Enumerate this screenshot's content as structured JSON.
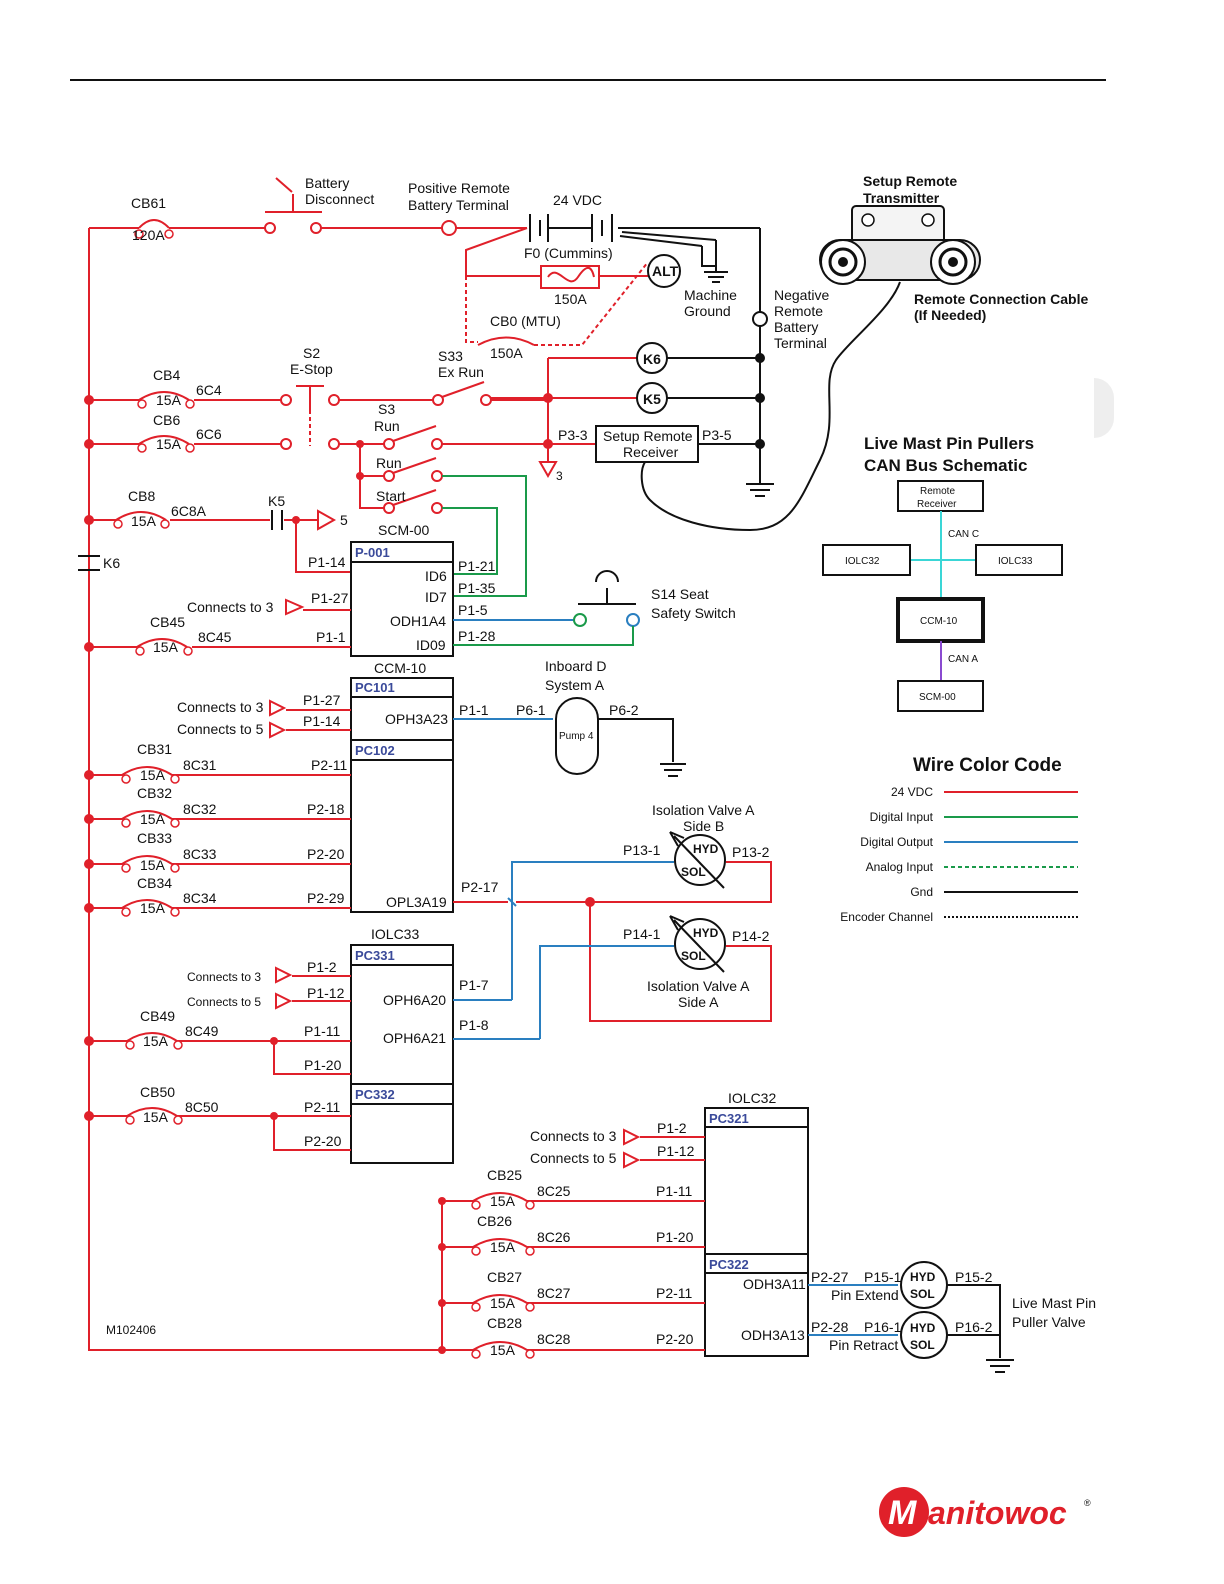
{
  "header": {
    "rule": true
  },
  "figure_id": "M102406",
  "battery": {
    "cb61": "CB61",
    "cb61_rating": "120A",
    "disconnect": [
      "Battery",
      "Disconnect"
    ],
    "pos_terminal": [
      "Positive Remote",
      "Battery Terminal"
    ],
    "voltage": "24 VDC",
    "fuse": "F0 (Cummins)",
    "fuse_rating": "150A",
    "alt": "ALT",
    "machine_ground": [
      "Machine",
      "Ground"
    ],
    "cb0": "CB0 (MTU)",
    "cb0_rating": "150A",
    "neg_terminal": [
      "Negative",
      "Remote",
      "Battery",
      "Terminal"
    ]
  },
  "remote": {
    "title": [
      "Setup Remote",
      "Transmitter"
    ],
    "cable": [
      "Remote Connection Cable",
      "(If Needed)"
    ],
    "receiver": [
      "Setup Remote",
      "Receiver"
    ],
    "p33": "P3-3",
    "p35": "P3-5",
    "ground3": "3"
  },
  "switches": {
    "cb4": "CB4",
    "c4": "6C4",
    "cb4_rating": "15A",
    "cb6": "CB6",
    "c6": "6C6",
    "cb6_rating": "15A",
    "s2": [
      "S2",
      "E-Stop"
    ],
    "s33": [
      "S33",
      "Ex Run"
    ],
    "s3": [
      "S3",
      "Run"
    ],
    "run": "Run",
    "start": "Start",
    "k6_relay": "K6",
    "k5_relay": "K5",
    "cb8": "CB8",
    "c8a": "6C8A",
    "cb8_rating": "15A",
    "k5": "K5",
    "node5": "5",
    "k6_side": "K6"
  },
  "scm00": {
    "title": "SCM-00",
    "header": "P-001",
    "p114": "P1-14",
    "p127": "P1-27",
    "p11": "P1-1",
    "id6": "ID6",
    "id7": "ID7",
    "odh": "ODH1A4",
    "id09": "ID09",
    "p121": "P1-21",
    "p135": "P1-35",
    "p15": "P1-5",
    "p128": "P1-28",
    "connects3": "Connects to 3",
    "cb45": "CB45",
    "c45": "8C45",
    "cb45_rating": "15A",
    "s14": [
      "S14 Seat",
      "Safety Switch"
    ]
  },
  "ccm10": {
    "title": "CCM-10",
    "pc101": "PC101",
    "pc102": "PC102",
    "c3": "Connects to 3",
    "c5": "Connects to 5",
    "p127": "P1-27",
    "p114": "P1-14",
    "oph": "OPH3A23",
    "p11": "P1-1",
    "p61": "P6-1",
    "p62": "P6-2",
    "pump": [
      "Inboard D",
      "System A"
    ],
    "pump_label": "Pump 4",
    "cb31": "CB31",
    "c31": "8C31",
    "p211": "P2-11",
    "cb32": "CB32",
    "c32": "8C32",
    "p218": "P2-18",
    "cb33": "CB33",
    "c33": "8C33",
    "p220": "P2-20",
    "cb34": "CB34",
    "c34": "8C34",
    "p229": "P2-29",
    "opl": "OPL3A19",
    "p217": "P2-17",
    "rating": "15A"
  },
  "valves": {
    "iso_b": [
      "Isolation Valve A",
      "Side B"
    ],
    "p131": "P13-1",
    "p132": "P13-2",
    "iso_a": [
      "Isolation Valve A",
      "Side A"
    ],
    "p141": "P14-1",
    "p142": "P14-2",
    "hyd": "HYD",
    "sol": "SOL"
  },
  "iolc33": {
    "title": "IOLC33",
    "pc331": "PC331",
    "pc332": "PC332",
    "c3": "Connects to 3",
    "c5": "Connects to 5",
    "p12": "P1-2",
    "p112": "P1-12",
    "p111": "P1-11",
    "p120": "P1-20",
    "oph20": "OPH6A20",
    "oph21": "OPH6A21",
    "p17": "P1-7",
    "p18": "P1-8",
    "cb49": "CB49",
    "c49": "8C49",
    "cb50": "CB50",
    "c50": "8C50",
    "p211": "P2-11",
    "p220": "P2-20",
    "rating": "15A"
  },
  "iolc32": {
    "title": "IOLC32",
    "pc321": "PC321",
    "pc322": "PC322",
    "c3": "Connects to 3",
    "c5": "Connects to 5",
    "p12": "P1-2",
    "p112": "P1-12",
    "p111": "P1-11",
    "p120": "P1-20",
    "p211": "P2-11",
    "p220": "P2-20",
    "cb25": "CB25",
    "c25": "8C25",
    "cb26": "CB26",
    "c26": "8C26",
    "cb27": "CB27",
    "c27": "8C27",
    "cb28": "CB28",
    "c28": "8C28",
    "odh11": "ODH3A11",
    "odh13": "ODH3A13",
    "rating": "15A",
    "p227": "P2-27",
    "p228": "P2-28",
    "p151": "P15-1",
    "p152": "P15-2",
    "p161": "P16-1",
    "p162": "P16-2",
    "extend": "Pin Extend",
    "retract": "Pin Retract",
    "valve": [
      "Live Mast Pin",
      "Puller Valve"
    ]
  },
  "can": {
    "title": [
      "Live Mast Pin Pullers",
      "CAN Bus Schematic"
    ],
    "receiver": [
      "Remote",
      "Receiver"
    ],
    "canc": "CAN C",
    "cana": "CAN A",
    "iolc32": "IOLC32",
    "iolc33": "IOLC33",
    "ccm10": "CCM-10",
    "scm00": "SCM-00"
  },
  "legend": {
    "title": "Wire Color Code",
    "items": [
      {
        "label": "24 VDC",
        "color": "#e0202a",
        "style": "solid"
      },
      {
        "label": "Digital Input",
        "color": "#1a9a4a",
        "style": "solid"
      },
      {
        "label": "Digital Output",
        "color": "#2a7fc0",
        "style": "solid"
      },
      {
        "label": "Analog Input",
        "color": "#1a9a4a",
        "style": "dashed"
      },
      {
        "label": "Gnd",
        "color": "#111111",
        "style": "solid"
      },
      {
        "label": "Encoder Channel",
        "color": "#111111",
        "style": "dotted"
      }
    ]
  },
  "logo": {
    "text": "Manitowoc",
    "mark": "®",
    "color": "#e0202a"
  }
}
